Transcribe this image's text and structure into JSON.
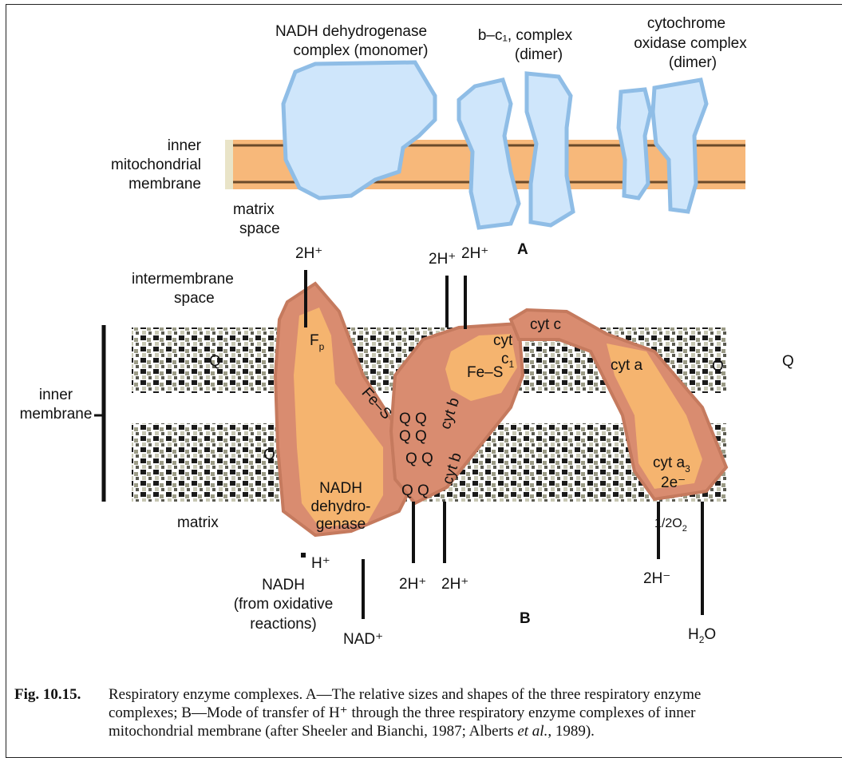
{
  "panel_a": {
    "label": "A",
    "complex1_line1": "NADH  dehydrogenase",
    "complex1_line2": "complex (monomer)",
    "complex2_line1": "b–c₁, complex",
    "complex2_line2": "(dimer)",
    "complex3_line1": "cytochrome",
    "complex3_line2": "oxidase complex",
    "complex3_line3": "(dimer)",
    "membrane_line1": "inner",
    "membrane_line2": "mitochondrial",
    "membrane_line3": "membrane",
    "matrix_line1": "matrix",
    "matrix_line2": "space"
  },
  "panel_b": {
    "label": "B",
    "intermembrane_line1": "intermembrane",
    "intermembrane_line2": "space",
    "inner_line1": "inner",
    "inner_line2": "membrane",
    "matrix": "matrix",
    "proton_top_1": "2H⁺",
    "proton_top_2": "2H⁺",
    "proton_top_3": "2H⁺",
    "proton_bottom_1": "2H⁺",
    "proton_bottom_2": "2H⁺",
    "h_plus": "H⁺",
    "nadh_line1": "NADH",
    "nadh_line2": "(from oxidative",
    "nadh_line3": "reactions)",
    "nad_plus": "NAD⁺",
    "fp": "F",
    "fp_sub": "p",
    "fes_1": "Fe–S",
    "fes_2": "Fe–S",
    "nadh_dh_line1": "NADH",
    "nadh_dh_line2": "dehydro-",
    "nadh_dh_line3": "genase",
    "q": "Q",
    "q_pair": "Q Q",
    "cyt_b": "cyt b",
    "cyt": "cyt",
    "cyt_c1": "c",
    "cyt_c1_sub": "1",
    "cyt_c": "cyt c",
    "cyt_a": "cyt a",
    "cyt_a3": "cyt  a",
    "cyt_a3_sub": "3",
    "two_e": "2e⁻",
    "half_o2": "1/2O",
    "half_o2_sub": "2",
    "two_h_minus": "2H⁻",
    "water": "H",
    "water_sub": "2",
    "water_o": "O"
  },
  "caption": {
    "figure_label": "Fig. 10.15.",
    "line1": "Respiratory enzyme complexes. A—The relative sizes and shapes of the three respiratory enzyme",
    "line2": "complexes; B—Mode of transfer of H⁺ through the three respiratory enzyme complexes of inner",
    "line3_a": "mitochondrial membrane (after Sheeler and Bianchi, 1987; Alberts ",
    "line3_em": "et al.",
    "line3_b": ", 1989)."
  },
  "colors": {
    "membrane_band": "#f7b87a",
    "complex_fill": "#cfe6fb",
    "complex_edge": "#8fbde6",
    "enzyme_outer": "#d98c70",
    "enzyme_inner": "#f5b46f",
    "lipid_dark": "#1a1a1a"
  }
}
